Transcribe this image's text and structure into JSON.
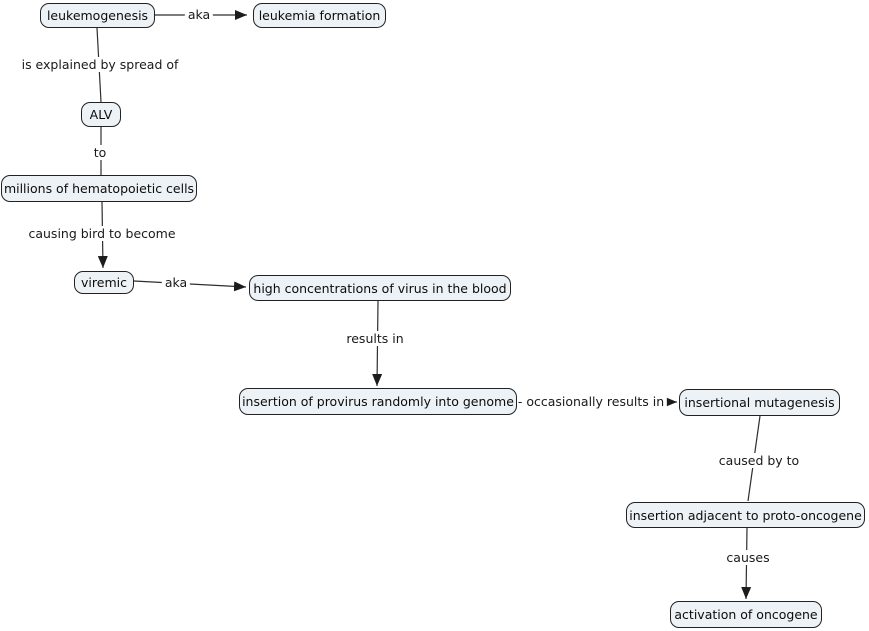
{
  "diagram": {
    "type": "concept-map",
    "topic": "leukemogenesis",
    "colors": {
      "background": "#ffffff",
      "node_fill": "#edf2f6",
      "node_border": "#222222",
      "line": "#2e2e2e",
      "text": "#0c0c0c"
    },
    "nodes": [
      {
        "id": "leukemogenesis",
        "label": "leukemogenesis"
      },
      {
        "id": "leukemia-formation",
        "label": "leukemia formation"
      },
      {
        "id": "alv",
        "label": "ALV"
      },
      {
        "id": "millions-cells",
        "label": "millions of hematopoietic cells"
      },
      {
        "id": "viremic",
        "label": "viremic"
      },
      {
        "id": "high-concentrations",
        "label": "high concentrations of virus in the blood"
      },
      {
        "id": "insertion-provirus",
        "label": "insertion of provirus randomly into genome"
      },
      {
        "id": "insertional-mutagenesis",
        "label": "insertional mutagenesis"
      },
      {
        "id": "insertion-adjacent",
        "label": "insertion adjacent to proto-oncogene"
      },
      {
        "id": "activation-oncogene",
        "label": "activation of oncogene"
      }
    ],
    "edges": [
      {
        "from": "leukemogenesis",
        "to": "leukemia-formation",
        "label": "aka",
        "arrow": true
      },
      {
        "from": "leukemogenesis",
        "to": "alv",
        "label": "is explained by spread of",
        "arrow": false
      },
      {
        "from": "alv",
        "to": "millions-cells",
        "label": "to",
        "arrow": false
      },
      {
        "from": "millions-cells",
        "to": "viremic",
        "label": "causing bird to become",
        "arrow": true
      },
      {
        "from": "viremic",
        "to": "high-concentrations",
        "label": "aka",
        "arrow": true
      },
      {
        "from": "high-concentrations",
        "to": "insertion-provirus",
        "label": "results in",
        "arrow": true
      },
      {
        "from": "insertion-provirus",
        "to": "insertional-mutagenesis",
        "label": "- occasionally results in",
        "arrow": true
      },
      {
        "from": "insertional-mutagenesis",
        "to": "insertion-adjacent",
        "label": "caused by to",
        "arrow": false
      },
      {
        "from": "insertion-adjacent",
        "to": "activation-oncogene",
        "label": "causes",
        "arrow": true
      }
    ]
  }
}
